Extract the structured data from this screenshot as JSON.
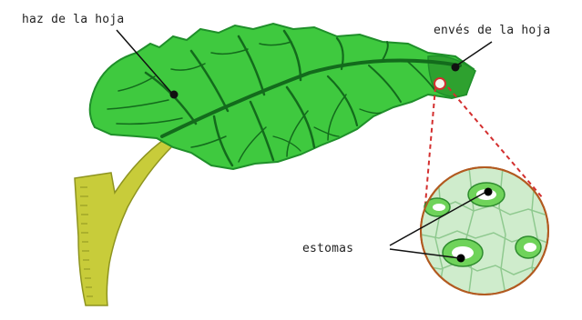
{
  "labels": {
    "upper_side": "haz de la hoja",
    "under_side": "envés de la hoja",
    "stomata": "estomas"
  },
  "colors": {
    "leaf_fill": "#3fc93f",
    "leaf_dark": "#1f8f2a",
    "vein": "#136b1c",
    "stem": "#c8cc3a",
    "stem_dark": "#8e9420",
    "magnifier_fill": "#cfeccc",
    "cell_line": "#8fc98f",
    "guard_cell": "#6fd35a",
    "callout_line": "#d32f2f",
    "pointer": "#111111"
  }
}
